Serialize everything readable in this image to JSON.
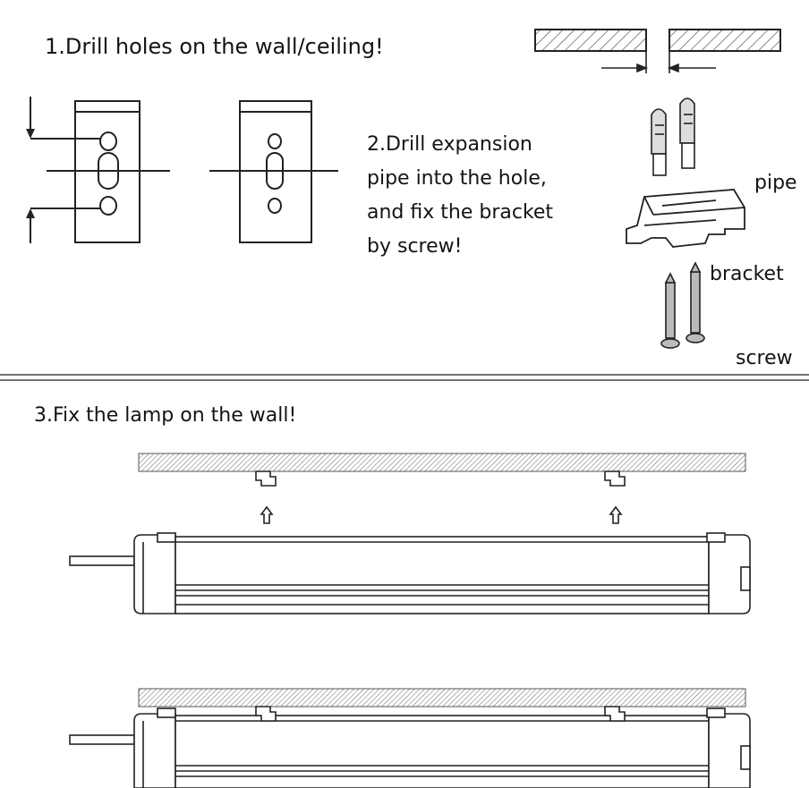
{
  "step1": "1.Drill holes on the wall/ceiling!",
  "step2": [
    "2.Drill expansion",
    "pipe into the hole,",
    "and fix the bracket",
    "by screw!"
  ],
  "step3": "3.Fix the lamp on the wall!",
  "labels": {
    "pipe": "pipe",
    "bracket": "bracket",
    "screw": "screw"
  }
}
